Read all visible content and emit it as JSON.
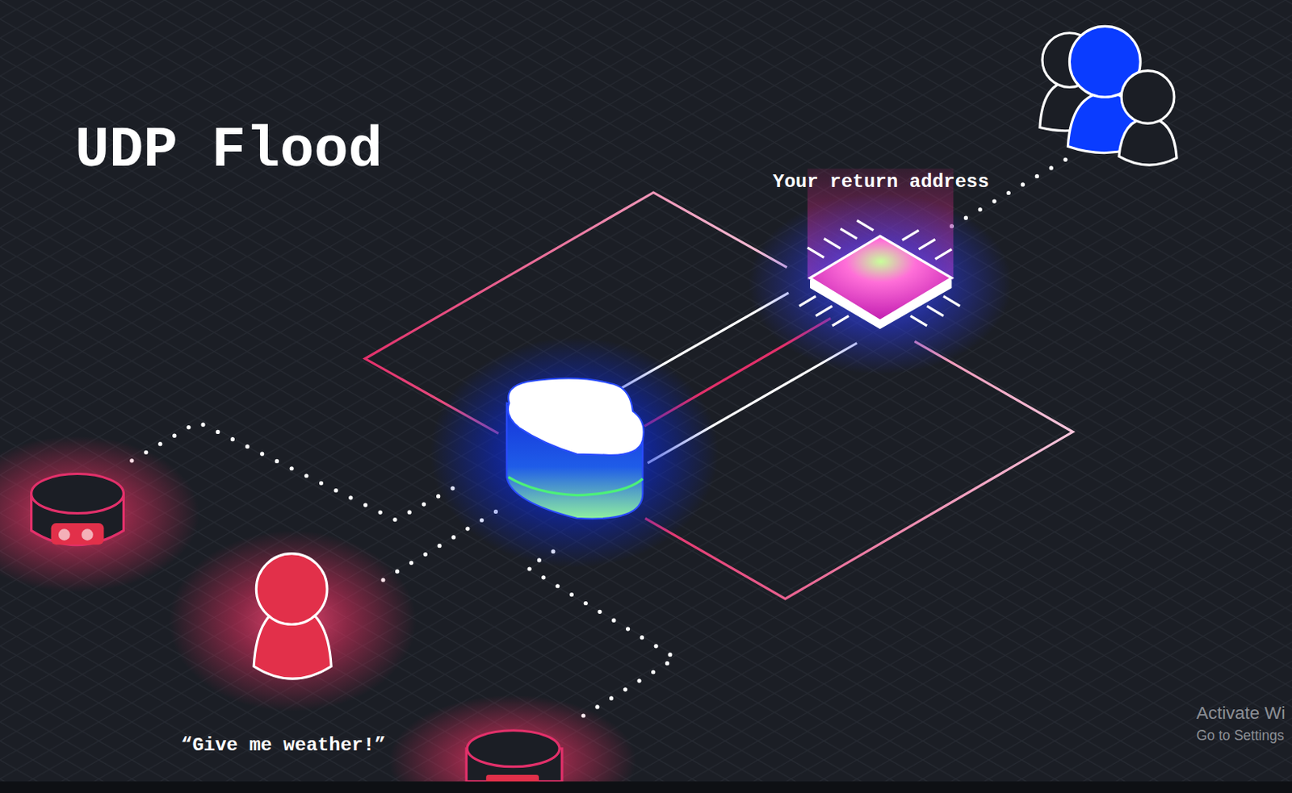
{
  "diagram": {
    "title": "UDP Flood",
    "labels": [
      "Your return address",
      "“Give me weather!”",
      "Activate Wi",
      "Go to Settings"
    ]
  }
}
